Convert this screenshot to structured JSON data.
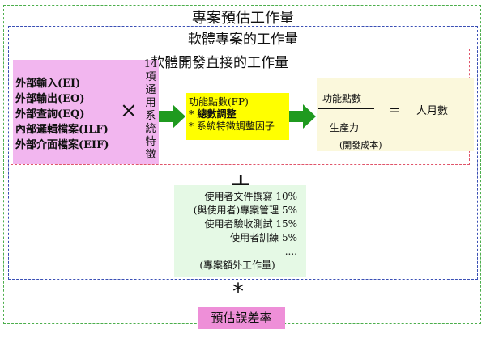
{
  "titles": {
    "outer": "專案預估工作量",
    "middle": "軟體專案的工作量",
    "inner": "軟體開發直接的工作量"
  },
  "inputs": [
    "外部輸入(EI)",
    "外部輸出(EO)",
    "外部查詢(EQ)",
    "內部邏輯檔案(ILF)",
    "外部介面檔案(EIF)"
  ],
  "operators": {
    "multiply": "×",
    "plus": "+",
    "equals": "＝",
    "star": "*"
  },
  "factors": {
    "count": "14",
    "chars": [
      "項",
      "通",
      "用",
      "系",
      "統",
      "特",
      "徵"
    ]
  },
  "fp": {
    "line1": "功能點數(FP)",
    "line2": "* 總數調整",
    "line3": "* 系統特徵調整因子"
  },
  "result": {
    "numerator": "功能點數",
    "denominator": "生產力",
    "equals_result": "人月數",
    "cost": "(開發成本)"
  },
  "extra": {
    "items": [
      "使用者文件撰寫 10%",
      "(與使用者)專案管理 5%",
      "使用者驗收測試 15%",
      "使用者訓練 5%",
      "....",
      "(專案額外工作量)"
    ]
  },
  "error_rate": "預估誤差率",
  "colors": {
    "outer_border": "#4cae4c",
    "middle_border": "#3a4fb5",
    "inner_border": "#e0546a",
    "pink": "#f2b6ef",
    "yellow": "#ffff00",
    "cream": "#fbf8dc",
    "lightgreen": "#e5f9e5",
    "arrow_green": "#1f9a1f",
    "error_pink": "#ee8fd8"
  }
}
